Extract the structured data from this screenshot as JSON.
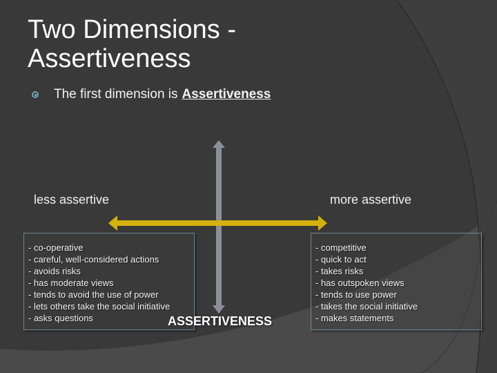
{
  "slide": {
    "title_line1": "Two Dimensions -",
    "title_line2": "Assertiveness",
    "bullet": {
      "icon": "ring-bullet-icon",
      "text": "The first dimension is",
      "emphasis": "Assertiveness"
    },
    "axis": {
      "left_label": "less assertive",
      "right_label": "more assertive",
      "title": "ASSERTIVENESS",
      "horizontal_arrow_color": "#d4b20e",
      "vertical_arrow_color": "#8a8f98"
    },
    "left_box": {
      "items": [
        "- co-operative",
        "- careful, well-considered actions",
        "- avoids risks",
        "- has moderate views",
        "- tends to avoid the use of power",
        "- lets others take the social initiative",
        "- asks questions"
      ]
    },
    "right_box": {
      "items": [
        "- competitive",
        "- quick to act",
        "- takes risks",
        "- has outspoken views",
        "- tends to use power",
        "- takes the social initiative",
        "- makes statements"
      ]
    }
  }
}
